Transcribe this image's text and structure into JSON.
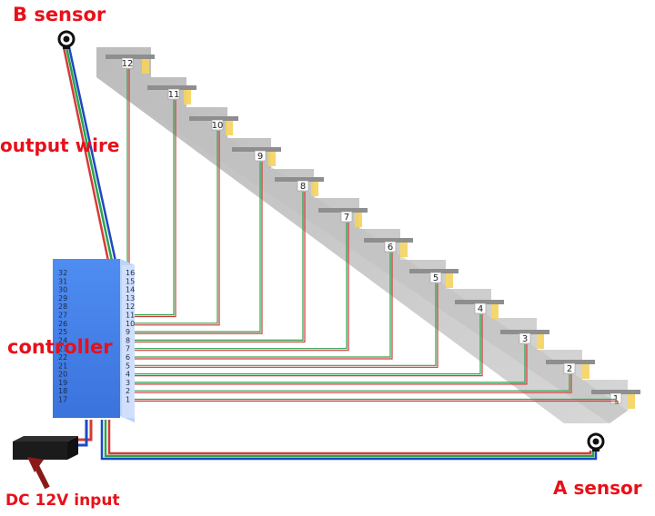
{
  "labels": {
    "b_sensor": "B sensor",
    "a_sensor": "A sensor",
    "output_wire": "output wire",
    "controller": "controller",
    "dc_input": "DC 12V input"
  },
  "controller": {
    "ports_left": [
      "32",
      "31",
      "30",
      "29",
      "28",
      "27",
      "26",
      "25",
      "24",
      "23",
      "22",
      "21",
      "20",
      "19",
      "18",
      "17"
    ],
    "ports_right": [
      "16",
      "15",
      "14",
      "13",
      "12",
      "11",
      "10",
      "9",
      "8",
      "7",
      "6",
      "5",
      "4",
      "3",
      "2",
      "1"
    ]
  },
  "steps": [
    "1",
    "2",
    "3",
    "4",
    "5",
    "6",
    "7",
    "8",
    "9",
    "10",
    "11",
    "12"
  ],
  "colors": {
    "label": "#e8101a",
    "controller": "#3f7ee8",
    "stair": "#a9a9a9",
    "wire_red": "#d33b3b",
    "wire_green": "#2aa44b",
    "wire_blue": "#1d49c2",
    "lamp": "#f4d35e"
  }
}
